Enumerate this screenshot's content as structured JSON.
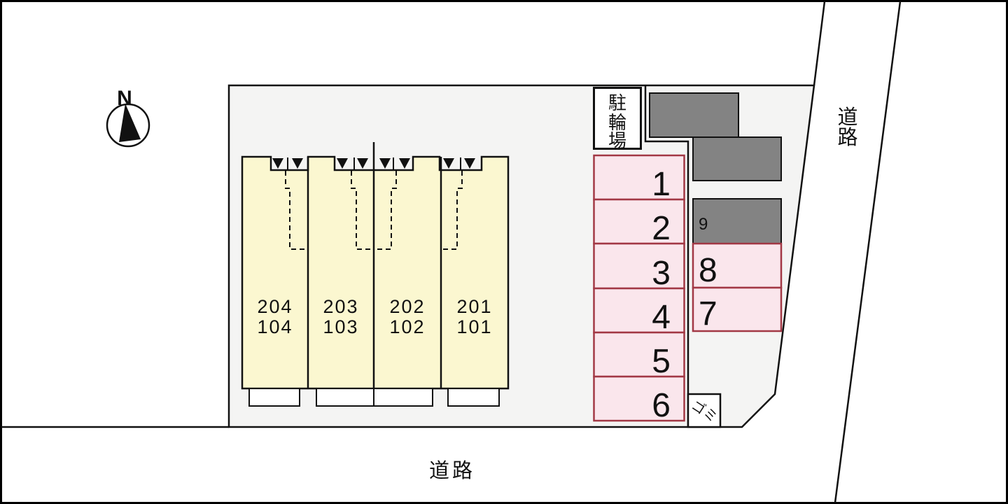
{
  "compass": {
    "north_label": "N"
  },
  "building": {
    "units": [
      {
        "upper": "204",
        "lower": "104"
      },
      {
        "upper": "203",
        "lower": "103"
      },
      {
        "upper": "202",
        "lower": "102"
      },
      {
        "upper": "201",
        "lower": "101"
      }
    ]
  },
  "bicycle_parking": {
    "chars": [
      "駐",
      "輪",
      "場"
    ]
  },
  "garbage": {
    "label": "ゴミ"
  },
  "parking": {
    "left_column": [
      "1",
      "2",
      "3",
      "4",
      "5",
      "6"
    ],
    "right_column": [
      "8",
      "7"
    ],
    "covered_spot": "9"
  },
  "roads": {
    "right": {
      "chars": [
        "道",
        "路"
      ]
    },
    "bottom": {
      "label": "道路"
    }
  },
  "colors": {
    "site_fill": "#f4f4f3",
    "building_fill": "#fbf7d0",
    "parking_fill": "#fae6ec",
    "parking_border": "#a23845",
    "gray_building_fill": "#838383",
    "line_color": "#111111"
  }
}
